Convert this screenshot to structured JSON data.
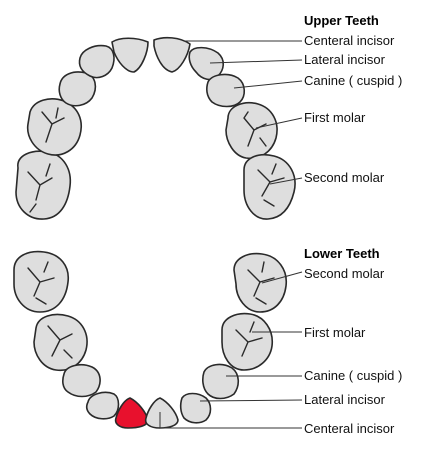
{
  "upper": {
    "title": "Upper Teeth",
    "labels": {
      "central": "Centeral incisor",
      "lateral": "Lateral incisor",
      "canine": "Canine ( cuspid )",
      "first_molar": "First molar",
      "second_molar": "Second molar"
    }
  },
  "lower": {
    "title": "Lower Teeth",
    "labels": {
      "second_molar": "Second molar",
      "first_molar": "First molar",
      "canine": "Canine ( cuspid )",
      "lateral": "Lateral incisor",
      "central": "Centeral incisor"
    }
  },
  "colors": {
    "tooth_fill": "#dedede",
    "outline": "#2a2a2a",
    "highlight": "#e8112d",
    "background": "#ffffff"
  }
}
